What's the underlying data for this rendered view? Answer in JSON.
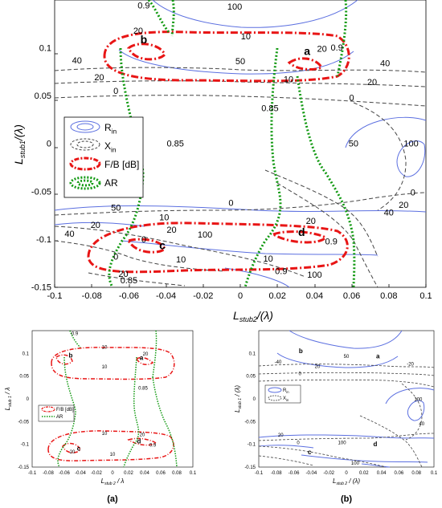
{
  "chart_data": [
    {
      "type": "contour",
      "panel": "main",
      "xlabel": "L_stub2/(λ)",
      "ylabel": "L_stub1/(λ)",
      "xlim": [
        -0.1,
        0.1
      ],
      "ylim": [
        -0.15,
        0.15
      ],
      "xticks": [
        "-0.1",
        "-0.08",
        "-0.06",
        "-0.04",
        "-0.02",
        "0",
        "0.02",
        "0.04",
        "0.06",
        "0.08",
        "0.1"
      ],
      "yticks": [
        "-0.15",
        "-0.1",
        "-0.05",
        "0",
        "0.05",
        "0.1"
      ],
      "legend": [
        {
          "label": "R",
          "sub": "in",
          "color": "#5b6fe0",
          "style": "solid"
        },
        {
          "label": "X",
          "sub": "in",
          "color": "#444444",
          "style": "dashed"
        },
        {
          "label": "F/B [dB]",
          "sub": "",
          "color": "#ee1111",
          "style": "dashdot"
        },
        {
          "label": "AR",
          "sub": "",
          "color": "#119911",
          "style": "dotted"
        }
      ],
      "legend_position": "left",
      "contour_labels": [
        {
          "text": "100",
          "x": -0.003,
          "y": 0.14,
          "series": "R"
        },
        {
          "text": "0.9",
          "x": -0.052,
          "y": 0.141,
          "series": "AR"
        },
        {
          "text": "20",
          "x": -0.055,
          "y": 0.115,
          "series": "F/B"
        },
        {
          "text": "10",
          "x": 0.003,
          "y": 0.109,
          "series": "F/B"
        },
        {
          "text": "50",
          "x": 0.0,
          "y": 0.083,
          "series": "R"
        },
        {
          "text": "40",
          "x": -0.088,
          "y": 0.084,
          "series": "X"
        },
        {
          "text": "20",
          "x": -0.076,
          "y": 0.066,
          "series": "X"
        },
        {
          "text": "0",
          "x": -0.067,
          "y": 0.052,
          "series": "X"
        },
        {
          "text": "10",
          "x": 0.026,
          "y": 0.064,
          "series": "F/B"
        },
        {
          "text": "20",
          "x": 0.044,
          "y": 0.096,
          "series": "F/B"
        },
        {
          "text": "0.9",
          "x": 0.052,
          "y": 0.097,
          "series": "AR"
        },
        {
          "text": "40",
          "x": 0.078,
          "y": 0.081,
          "series": "X"
        },
        {
          "text": "20",
          "x": 0.071,
          "y": 0.061,
          "series": "X"
        },
        {
          "text": "0",
          "x": 0.06,
          "y": 0.045,
          "series": "X"
        },
        {
          "text": "0.85",
          "x": -0.035,
          "y": -0.003,
          "series": "AR"
        },
        {
          "text": "0.85",
          "x": 0.016,
          "y": 0.034,
          "series": "AR"
        },
        {
          "text": "50",
          "x": 0.061,
          "y": -0.003,
          "series": "R"
        },
        {
          "text": "100",
          "x": 0.092,
          "y": -0.003,
          "series": "R"
        },
        {
          "text": "0",
          "x": 0.093,
          "y": -0.054,
          "series": "X"
        },
        {
          "text": "20",
          "x": 0.088,
          "y": -0.067,
          "series": "X"
        },
        {
          "text": "40",
          "x": 0.08,
          "y": -0.075,
          "series": "X"
        },
        {
          "text": "50",
          "x": -0.067,
          "y": -0.07,
          "series": "R"
        },
        {
          "text": "0",
          "x": -0.005,
          "y": -0.065,
          "series": "X"
        },
        {
          "text": "20",
          "x": -0.078,
          "y": -0.088,
          "series": "X"
        },
        {
          "text": "10",
          "x": -0.041,
          "y": -0.08,
          "series": "F/B"
        },
        {
          "text": "20",
          "x": -0.037,
          "y": -0.093,
          "series": "F/B"
        },
        {
          "text": "0",
          "x": -0.052,
          "y": -0.103,
          "series": "X"
        },
        {
          "text": "100",
          "x": -0.019,
          "y": -0.098,
          "series": "R"
        },
        {
          "text": "40",
          "x": -0.092,
          "y": -0.097,
          "series": "X"
        },
        {
          "text": "0",
          "x": -0.067,
          "y": -0.121,
          "series": "X"
        },
        {
          "text": "20",
          "x": -0.063,
          "y": -0.139,
          "series": "X"
        },
        {
          "text": "10",
          "x": -0.032,
          "y": -0.124,
          "series": "F/B"
        },
        {
          "text": "0.85",
          "x": -0.06,
          "y": -0.146,
          "series": "AR"
        },
        {
          "text": "20",
          "x": 0.038,
          "y": -0.084,
          "series": "F/B"
        },
        {
          "text": "0.9",
          "x": 0.049,
          "y": -0.105,
          "series": "AR"
        },
        {
          "text": "0.9",
          "x": 0.022,
          "y": -0.136,
          "series": "AR"
        },
        {
          "text": "10",
          "x": 0.015,
          "y": -0.123,
          "series": "F/B"
        },
        {
          "text": "100",
          "x": 0.04,
          "y": -0.14,
          "series": "R"
        }
      ],
      "points": [
        {
          "label": "b",
          "x": -0.052,
          "y": 0.108
        },
        {
          "label": "a",
          "x": 0.036,
          "y": 0.096
        },
        {
          "label": "c",
          "x": -0.042,
          "y": -0.107
        },
        {
          "label": "d",
          "x": 0.033,
          "y": -0.093
        }
      ]
    },
    {
      "type": "contour",
      "panel": "a",
      "xlabel": "L_stub 2 / λ",
      "ylabel": "L_stub 1 / λ",
      "xlim": [
        -0.1,
        0.1
      ],
      "ylim": [
        -0.15,
        0.15
      ],
      "xticks": [
        "-0.1",
        "-0.08",
        "-0.06",
        "-0.04",
        "-0.02",
        "0",
        "0.02",
        "0.04",
        "0.06",
        "0.08",
        "0.1"
      ],
      "yticks": [
        "-0.15",
        "-0.1",
        "-0.05",
        "0",
        "0.05",
        "0.1"
      ],
      "legend": [
        {
          "label": "F/B [dB]",
          "sub": "",
          "color": "#ee1111",
          "style": "dashdot"
        },
        {
          "label": "AR",
          "sub": "",
          "color": "#119911",
          "style": "dotted"
        }
      ],
      "contour_labels": [
        {
          "text": "0.9",
          "x": -0.047,
          "y": 0.14,
          "series": "AR"
        },
        {
          "text": "10",
          "x": -0.01,
          "y": 0.11,
          "series": "F/B"
        },
        {
          "text": "10",
          "x": -0.01,
          "y": 0.067,
          "series": "F/B"
        },
        {
          "text": "20",
          "x": 0.041,
          "y": 0.095,
          "series": "F/B"
        },
        {
          "text": "0.85",
          "x": 0.038,
          "y": 0.02,
          "series": "AR"
        },
        {
          "text": "10",
          "x": -0.01,
          "y": -0.079,
          "series": "F/B"
        },
        {
          "text": "20",
          "x": 0.037,
          "y": -0.082,
          "series": "F/B"
        },
        {
          "text": "0.9",
          "x": 0.05,
          "y": -0.105,
          "series": "AR"
        },
        {
          "text": "10",
          "x": 0.0,
          "y": -0.125,
          "series": "F/B"
        },
        {
          "text": "20",
          "x": -0.05,
          "y": -0.12,
          "series": "F/B"
        }
      ],
      "points": [
        {
          "label": "b",
          "x": -0.052,
          "y": 0.098
        },
        {
          "label": "a",
          "x": 0.036,
          "y": 0.093
        },
        {
          "label": "c",
          "x": -0.042,
          "y": -0.107
        },
        {
          "label": "d",
          "x": 0.033,
          "y": -0.091
        }
      ]
    },
    {
      "type": "contour",
      "panel": "b",
      "xlabel": "L_stub 2 / (λ)",
      "ylabel": "L_stub 1 / (λ)",
      "xlim": [
        -0.1,
        0.1
      ],
      "ylim": [
        -0.15,
        0.15
      ],
      "xticks": [
        "-0.1",
        "-0.08",
        "-0.06",
        "-0.04",
        "-0.02",
        "0",
        "0.02",
        "0.04",
        "0.06",
        "0.08",
        "0.1"
      ],
      "yticks": [
        "-0.15",
        "-0.1",
        "-0.05",
        "0",
        "0.05",
        "0.1"
      ],
      "legend": [
        {
          "label": "R",
          "sub": "in",
          "color": "#5b6fe0",
          "style": "solid"
        },
        {
          "label": "X",
          "sub": "in",
          "color": "#444444",
          "style": "dashed"
        }
      ],
      "contour_labels": [
        {
          "text": "50",
          "x": 0.0,
          "y": 0.09,
          "series": "R"
        },
        {
          "text": "-40",
          "x": -0.078,
          "y": 0.078,
          "series": "X"
        },
        {
          "text": "20",
          "x": -0.033,
          "y": 0.068,
          "series": "X"
        },
        {
          "text": "0",
          "x": -0.053,
          "y": 0.052,
          "series": "X"
        },
        {
          "text": "-20",
          "x": 0.073,
          "y": 0.073,
          "series": "X"
        },
        {
          "text": "100",
          "x": 0.082,
          "y": -0.004,
          "series": "R"
        },
        {
          "text": "40",
          "x": 0.086,
          "y": -0.058,
          "series": "X"
        },
        {
          "text": "20",
          "x": -0.075,
          "y": -0.083,
          "series": "X"
        },
        {
          "text": "0",
          "x": -0.055,
          "y": -0.1,
          "series": "X"
        },
        {
          "text": "100",
          "x": -0.005,
          "y": -0.1,
          "series": "R"
        },
        {
          "text": "100",
          "x": 0.01,
          "y": -0.145,
          "series": "R"
        }
      ],
      "points": [
        {
          "label": "b",
          "x": -0.052,
          "y": 0.108
        },
        {
          "label": "a",
          "x": 0.036,
          "y": 0.096
        },
        {
          "label": "c",
          "x": -0.042,
          "y": -0.115
        },
        {
          "label": "d",
          "x": 0.033,
          "y": -0.097
        }
      ]
    }
  ],
  "captions": {
    "a": "(a)",
    "b": "(b)"
  }
}
